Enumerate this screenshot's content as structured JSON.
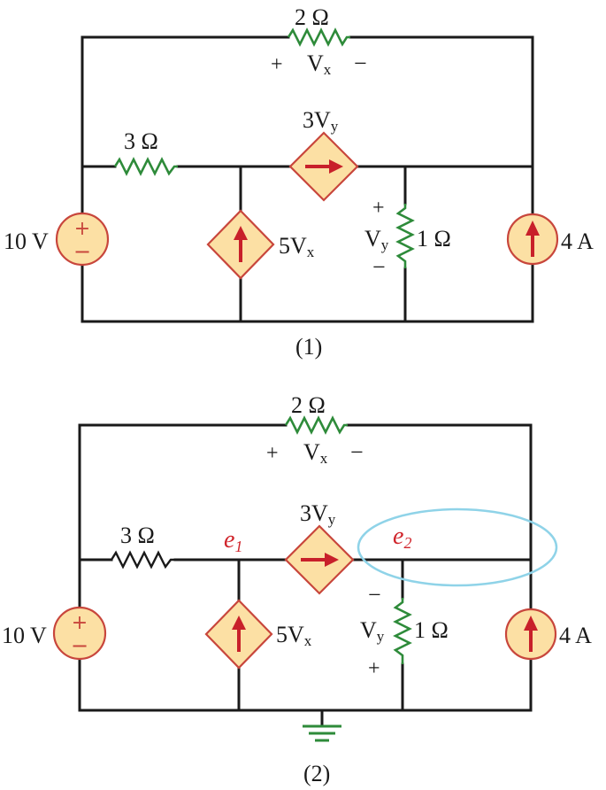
{
  "circuits": [
    {
      "caption": "(1)",
      "labels": {
        "r_top": "2 Ω",
        "vx_plus": "+",
        "vx_name": "V",
        "vx_sub": "x",
        "vx_minus": "−",
        "r_left": "3 Ω",
        "dep_i_top": "3V",
        "dep_i_top_sub": "y",
        "dep_i_mid": "5V",
        "dep_i_mid_sub": "x",
        "v_source": "10 V",
        "vy_name": "V",
        "vy_sub": "y",
        "vy_plus": "+",
        "vy_minus": "−",
        "r_right": "1 Ω",
        "i_source": "4 A"
      }
    },
    {
      "caption": "(2)",
      "labels": {
        "r_top": "2 Ω",
        "vx_plus": "+",
        "vx_name": "V",
        "vx_sub": "x",
        "vx_minus": "−",
        "r_left": "3 Ω",
        "node1": "e",
        "node1_sub": "1",
        "node2": "e",
        "node2_sub": "2",
        "dep_i_top": "3V",
        "dep_i_top_sub": "y",
        "dep_i_mid": "5V",
        "dep_i_mid_sub": "x",
        "v_source": "10 V",
        "vy_name": "V",
        "vy_sub": "y",
        "vy_top_sign": "−",
        "vy_bottom_sign": "+",
        "r_right": "1 Ω",
        "i_source": "4 A"
      }
    }
  ],
  "source_signs": {
    "plus": "+",
    "minus": "−"
  },
  "colors": {
    "wire": "#1a1a1a",
    "resistor_green": "#2e8b3a",
    "source_fill": "#fce0a4",
    "source_outline": "#c8463c",
    "arrow": "#c8202a",
    "node_label": "#d0252c",
    "highlight_ellipse": "#8fd3e8",
    "ground": "#2e8b3a"
  }
}
